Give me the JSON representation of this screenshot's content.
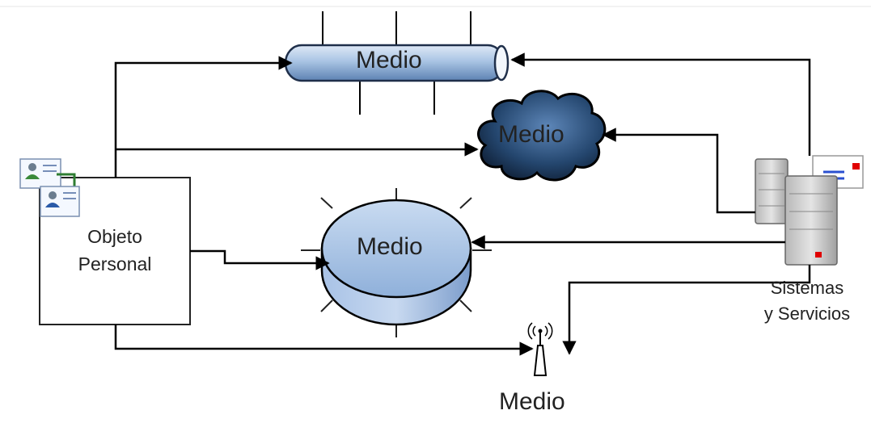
{
  "personal_object": {
    "label_line1": "Objeto",
    "label_line2": "Personal"
  },
  "media": {
    "pipe": "Medio",
    "cloud": "Medio",
    "disk": "Medio",
    "antenna": "Medio"
  },
  "systems": {
    "label_line1": "Sistemas",
    "label_line2": "y Servicios"
  },
  "colors": {
    "pipe_fill": "#a9c4e4",
    "cloud_fill": "#1e3a5f",
    "disk_fill": "#9fbbe0",
    "arrow": "#000000",
    "server_body": "#c8c8c8",
    "server_led": "#e00000",
    "card_accent": "#2e7d32"
  },
  "icons": [
    "id-card-icon",
    "id-card-icon",
    "server-icon",
    "server-icon",
    "monitor-icon",
    "antenna-icon"
  ]
}
